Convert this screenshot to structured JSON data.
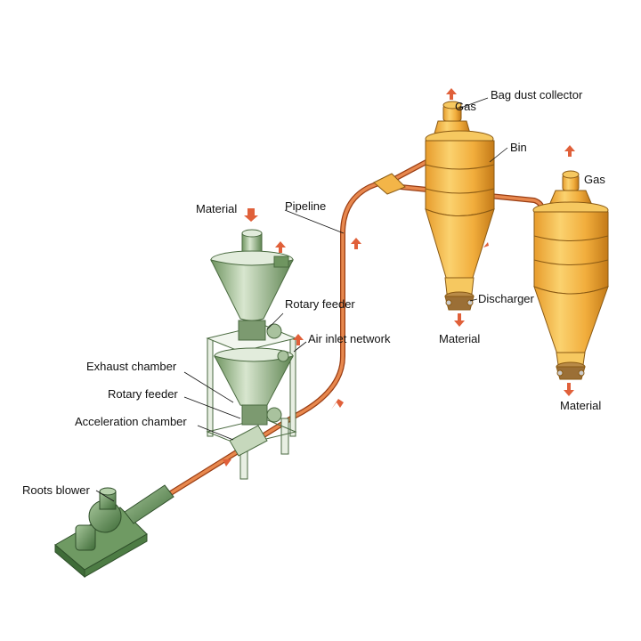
{
  "labels": {
    "bag_dust_collector": "Bag dust collector",
    "gas_top": "Gas",
    "bin": "Bin",
    "gas_right": "Gas",
    "material_top": "Material",
    "pipeline": "Pipeline",
    "rotary_feeder_upper": "Rotary feeder",
    "air_inlet_network": "Air inlet network",
    "discharger": "Discharger",
    "material_bin1": "Material",
    "exhaust_chamber": "Exhaust chamber",
    "rotary_feeder_lower": "Rotary feeder",
    "acceleration_chamber": "Acceleration chamber",
    "material_bin2": "Material",
    "roots_blower": "Roots blower"
  },
  "colors": {
    "pipe": "#d4692f",
    "arrow": "#e0603a",
    "vessel_orange": "#f1b84a",
    "vessel_orange_dark": "#c9831d",
    "feeder_green": "#7fa06f",
    "feeder_green_light": "#c6d8bc",
    "blower_green": "#5d8a55"
  }
}
